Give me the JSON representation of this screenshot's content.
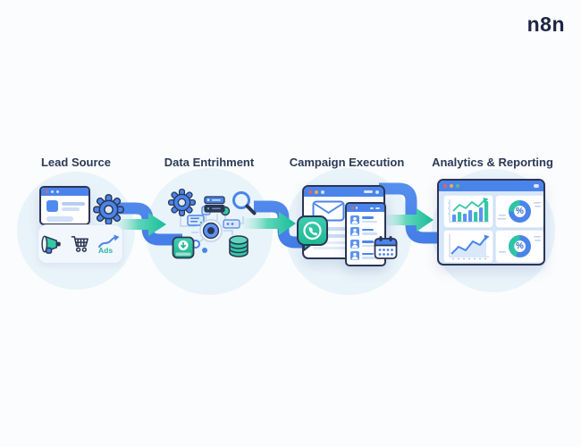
{
  "logo": {
    "text": "n8n"
  },
  "stages": [
    {
      "label": "Lead Source"
    },
    {
      "label": "Data Entrihment"
    },
    {
      "label": "Campaign Execution"
    },
    {
      "label": "Analytics & Reporting"
    }
  ],
  "lead_source": {
    "ads_label": "Ads",
    "icon_names": [
      "browser-window-icon",
      "gear-icon",
      "megaphone-icon",
      "shopping-cart-icon",
      "ads-trend-arrow-icon"
    ]
  },
  "data_enrichment": {
    "icon_names": [
      "gear-icon",
      "magnifier-icon",
      "server-stack-icon",
      "workflow-ring-node-icon",
      "database-cylinder-icon",
      "import-box-icon"
    ]
  },
  "campaign_execution": {
    "icon_names": [
      "email-browser-icon",
      "whatsapp-bubble-icon",
      "contact-list-icon",
      "calendar-icon"
    ]
  },
  "analytics_reporting": {
    "percent_label": "%",
    "icon_names": [
      "bar-chart-icon",
      "donut-chart-icon",
      "line-chart-icon",
      "donut-chart-icon"
    ]
  },
  "flow": {
    "connector_style": "blue ribbon + teal gradient arrow",
    "direction": "left-to-right"
  },
  "colors": {
    "background": "#fbfcfd",
    "stage_circle": "#e9f3fa",
    "accent_blue": "#4a84ea",
    "accent_teal": "#2cc6a5",
    "outline_navy": "#2b3554",
    "label_text": "#2b3a57",
    "logo_text": "#1d2544",
    "titlebar_blue": "#4a84ea"
  }
}
